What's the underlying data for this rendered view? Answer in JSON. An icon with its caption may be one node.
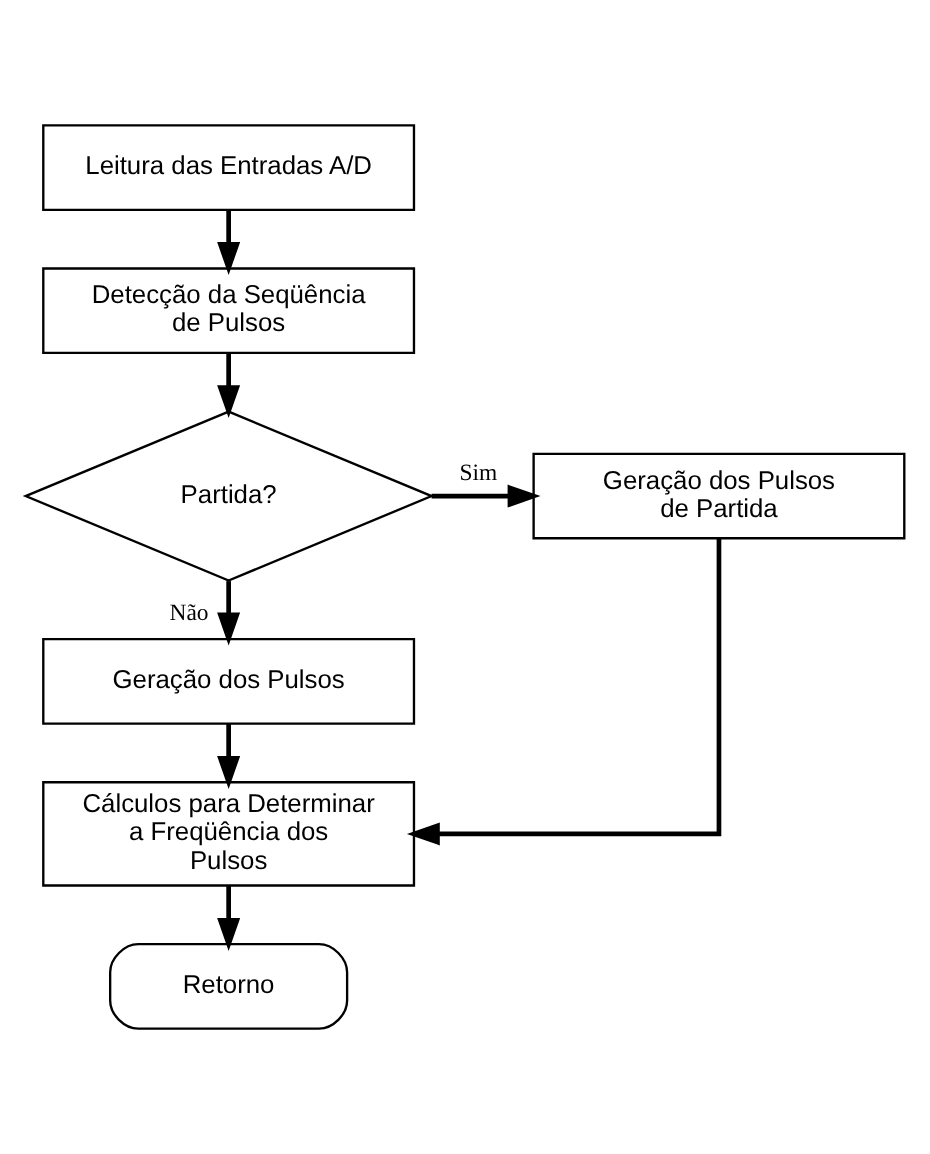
{
  "diagram": {
    "nodes": [
      {
        "text": [
          "Leitura das Entradas A/D"
        ]
      },
      {
        "text": [
          "Detecção da Seqüência de Pulsos"
        ]
      },
      {
        "text": [
          "Partida?"
        ]
      },
      {
        "text": [
          "Geração dos Pulsos de Partida"
        ]
      },
      {
        "text": [
          "Geração dos Pulsos"
        ]
      },
      {
        "text": [
          "Cálculos para Determinar a Freqüência dos Pulsos"
        ]
      },
      {
        "text": [
          "Retorno"
        ]
      }
    ],
    "edges": [
      {
        "from": 0,
        "to": 1,
        "arrow": "to"
      },
      {
        "from": 1,
        "to": 2,
        "arrow": "to"
      },
      {
        "from": 2,
        "to": 3,
        "arrow": "to",
        "label": "Sim"
      },
      {
        "from": 2,
        "to": 4,
        "arrow": "to",
        "label": "Não"
      },
      {
        "from": 4,
        "to": 5,
        "arrow": "to"
      },
      {
        "from": 3,
        "to": 5,
        "arrow": "to"
      },
      {
        "from": 5,
        "to": 6,
        "arrow": "to"
      }
    ]
  }
}
